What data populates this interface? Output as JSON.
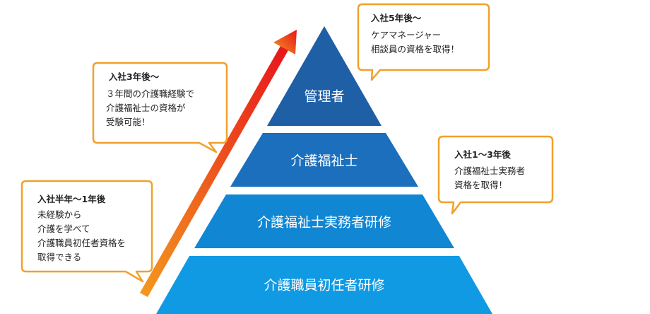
{
  "colors": {
    "tier_top": "#1f5fa6",
    "tier_2": "#1b6fbc",
    "tier_3": "#1186d3",
    "tier_bottom": "#0f9ae3",
    "bubble_border": "#f0a12c",
    "arrow_start": "#f39a1e",
    "arrow_end": "#e8141c"
  },
  "pyramid": {
    "tiers": [
      {
        "label": "管理者"
      },
      {
        "label": "介護福祉士"
      },
      {
        "label": "介護福祉士実務者研修"
      },
      {
        "label": "介護職員初任者研修"
      }
    ]
  },
  "bubbles": [
    {
      "title": "入社5年後〜",
      "lines": [
        "ケアマネージャー",
        "相談員の資格を取得！"
      ]
    },
    {
      "title": "入社3年後〜",
      "lines": [
        "３年間の介護職経験で",
        "介護福祉士の資格が",
        "受験可能！"
      ]
    },
    {
      "title": "入社1〜3年後",
      "lines": [
        "介護福祉士実務者",
        "資格を取得！"
      ]
    },
    {
      "title": "入社半年〜1年後",
      "lines": [
        "未経験から",
        "介護を学べて",
        "介護職員初任者資格を",
        "取得できる"
      ]
    }
  ],
  "icons": {
    "growth_arrow": "diagonal-up-arrow-icon"
  }
}
